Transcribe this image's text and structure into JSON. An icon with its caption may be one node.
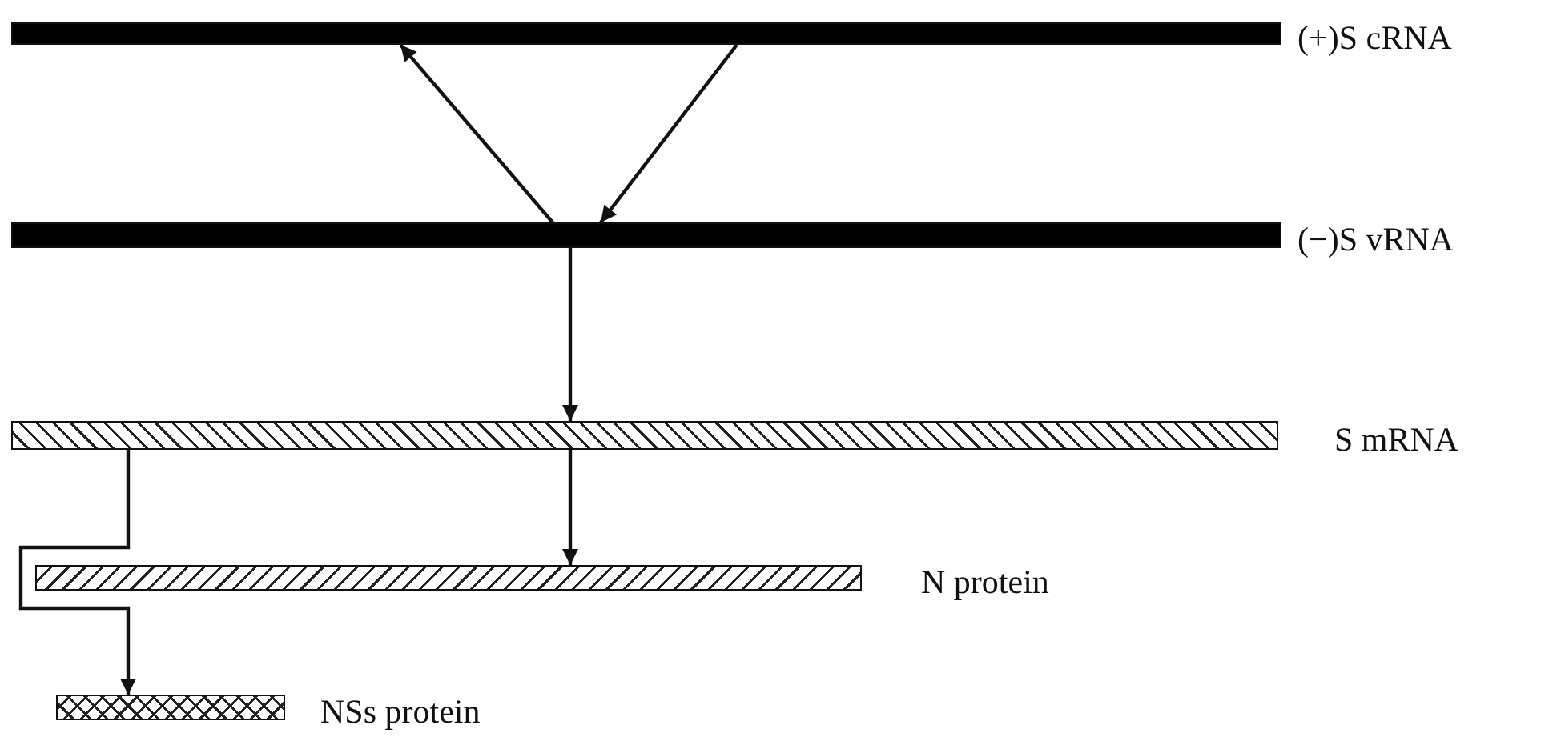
{
  "diagram": {
    "nodes": [
      {
        "text": [],
        "shape": "bar",
        "beside": [
          "(+)S cRNA"
        ]
      },
      {
        "text": [],
        "shape": "bar",
        "beside": [
          "(−)S vRNA"
        ]
      },
      {
        "text": [],
        "shape": "bar",
        "beside": [
          "S mRNA"
        ]
      },
      {
        "text": [],
        "shape": "bar",
        "beside": [
          "N protein"
        ]
      },
      {
        "text": [],
        "shape": "bar",
        "beside": [
          "NSs protein"
        ]
      }
    ],
    "edges": [
      {
        "from": 1,
        "to": 0,
        "arrow": "to"
      },
      {
        "from": 0,
        "to": 1,
        "arrow": "to"
      },
      {
        "from": 1,
        "to": 2,
        "arrow": "to"
      },
      {
        "from": 2,
        "to": 3,
        "arrow": "to"
      },
      {
        "from": 2,
        "to": 4,
        "arrow": "to"
      }
    ]
  }
}
